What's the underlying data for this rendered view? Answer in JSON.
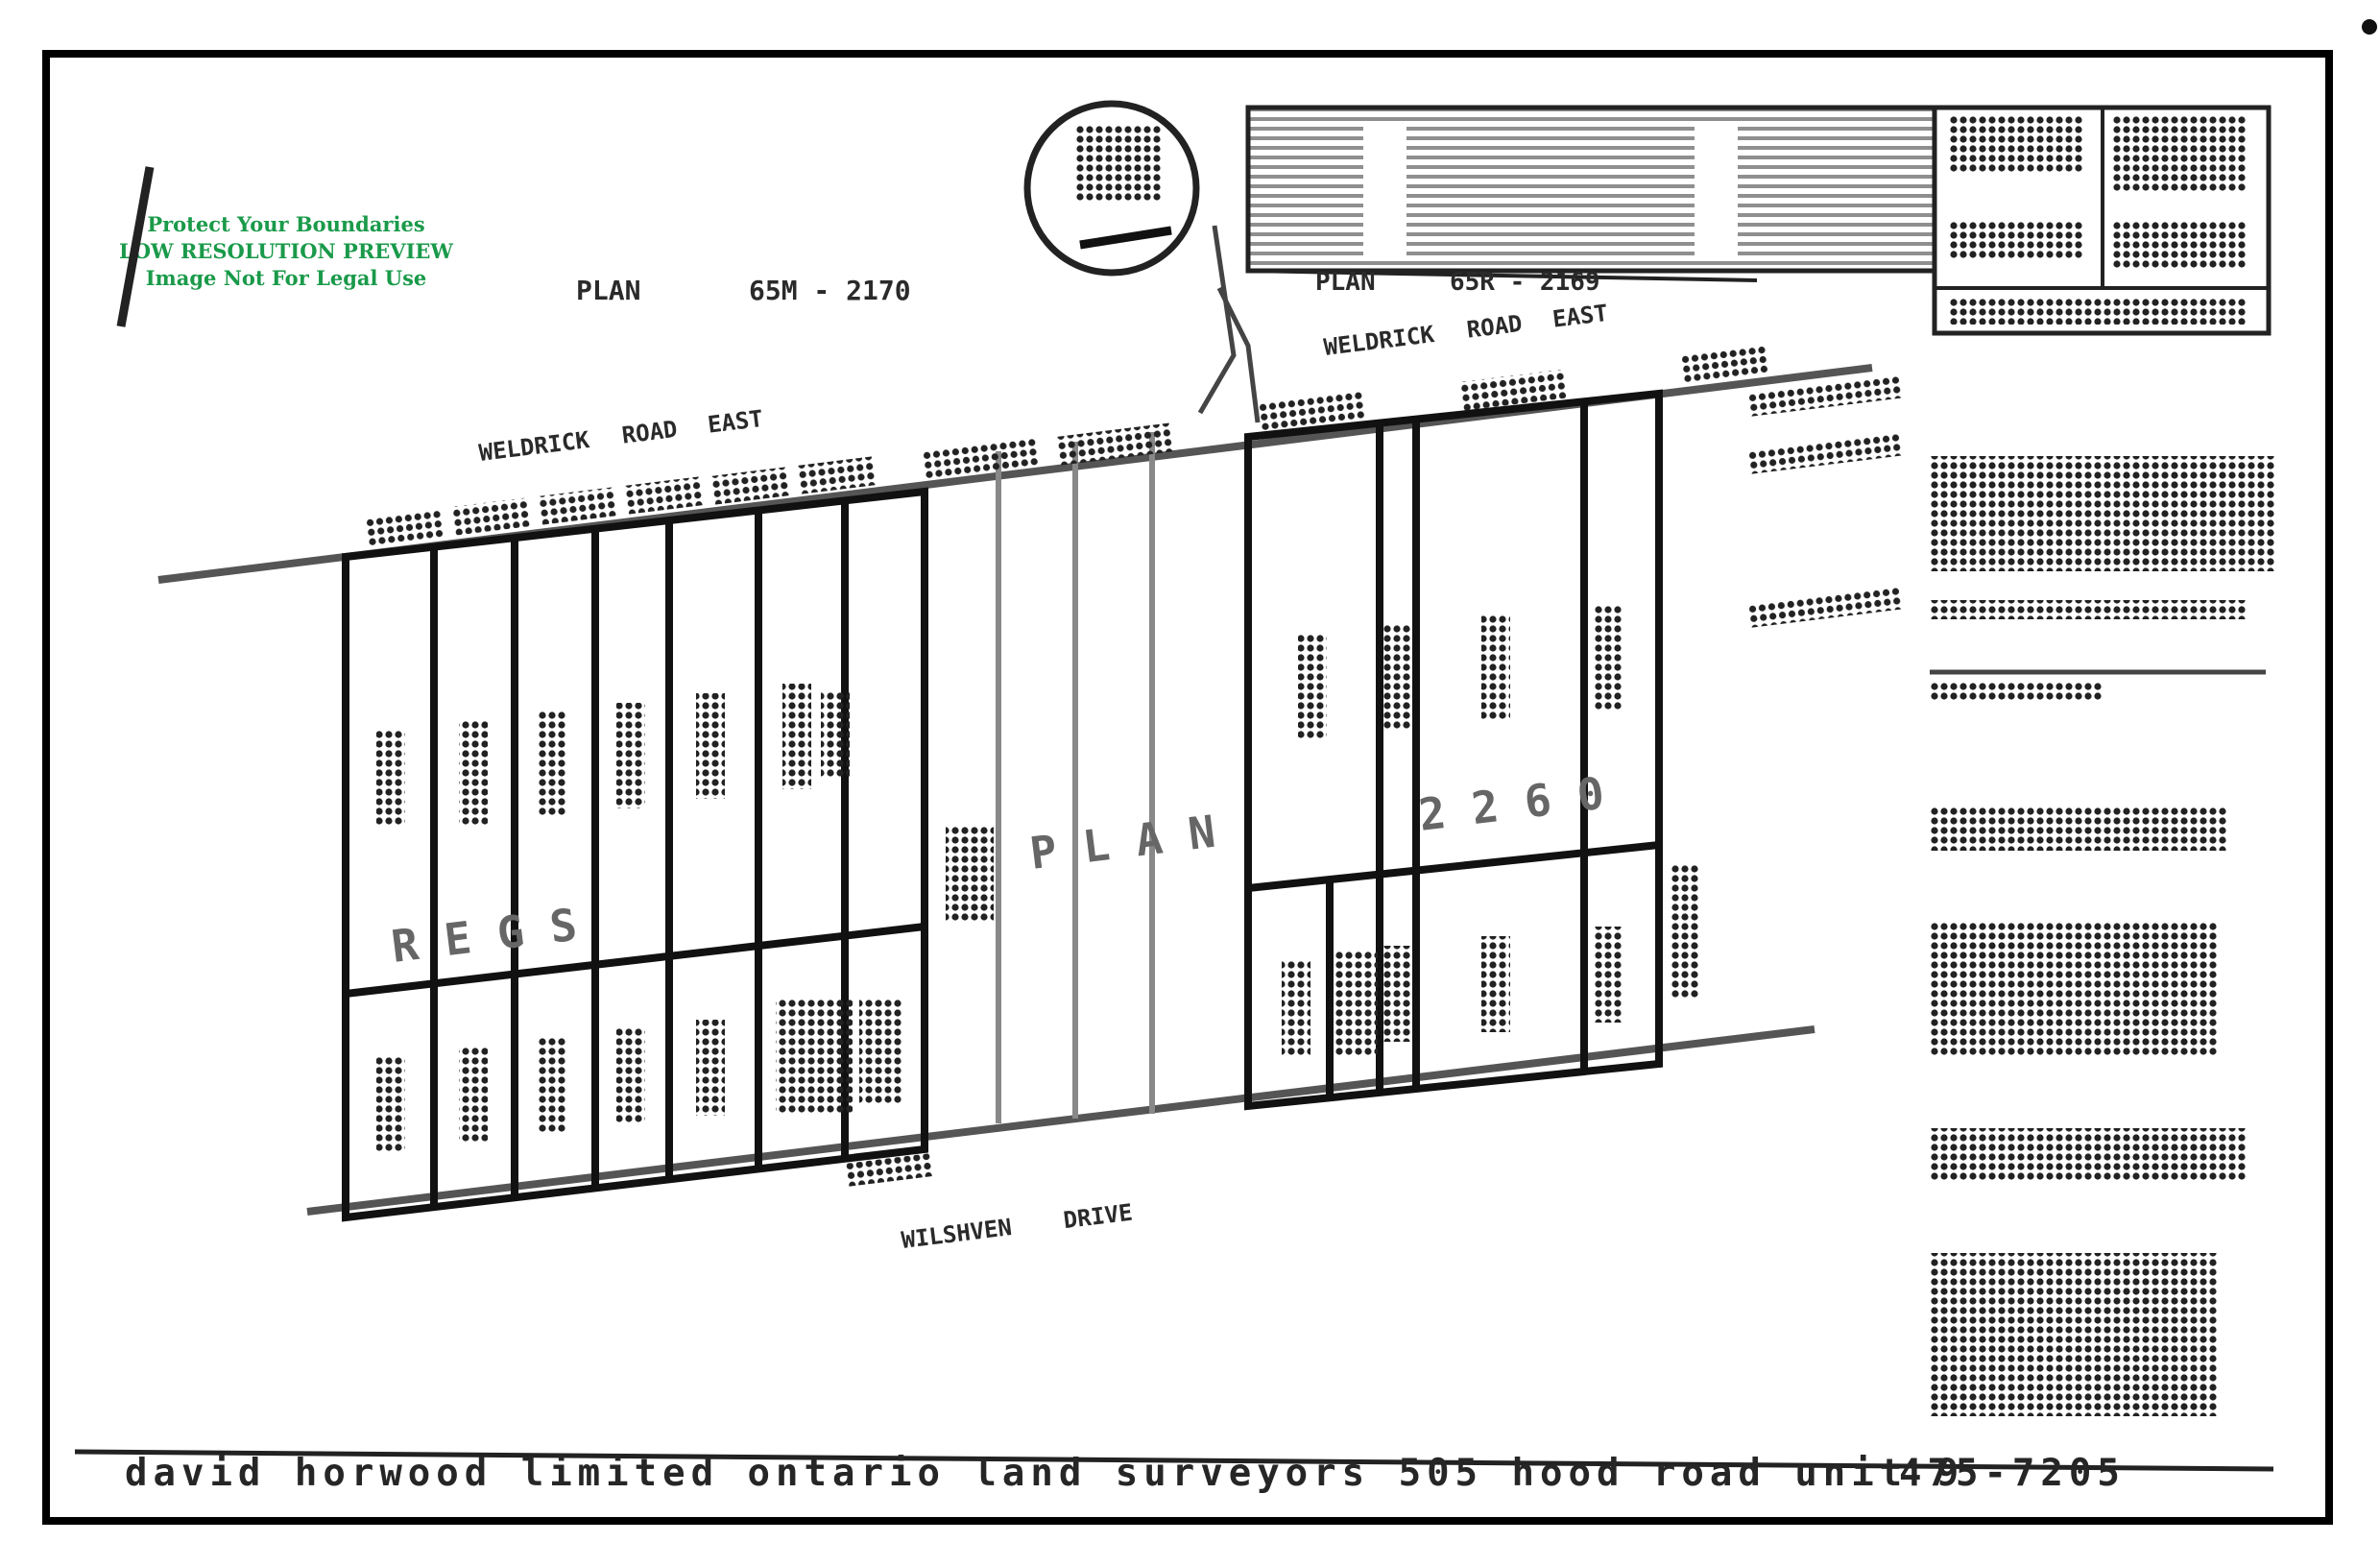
{
  "watermark": {
    "line1": "Protect Your Boundaries",
    "line2": "LOW RESOLUTION PREVIEW",
    "line3": "Image Not For Legal Use",
    "color": "#1a9a4a"
  },
  "plan": {
    "plan_label_left": "PLAN",
    "plan_number_left": "65M - 2170",
    "plan_label_top": "PLAN",
    "plan_number_top": "65R - 2169",
    "road_north": "WELDRICK",
    "road_north_suffix": "ROAD",
    "road_north_east": "EAST",
    "road_south": "WILSHVEN",
    "road_south_suffix": "DRIVE",
    "overlay_left": "R E G S",
    "overlay_mid": "P L A N",
    "overlay_right": "2 2 6 0"
  },
  "footer": {
    "text": "david horwood limited ontario land surveyors 505 hood road unit 9",
    "phone": "475-7205"
  },
  "colors": {
    "line": "#1a1a1a",
    "border": "#000000",
    "stipple": "#2a2a2a"
  }
}
